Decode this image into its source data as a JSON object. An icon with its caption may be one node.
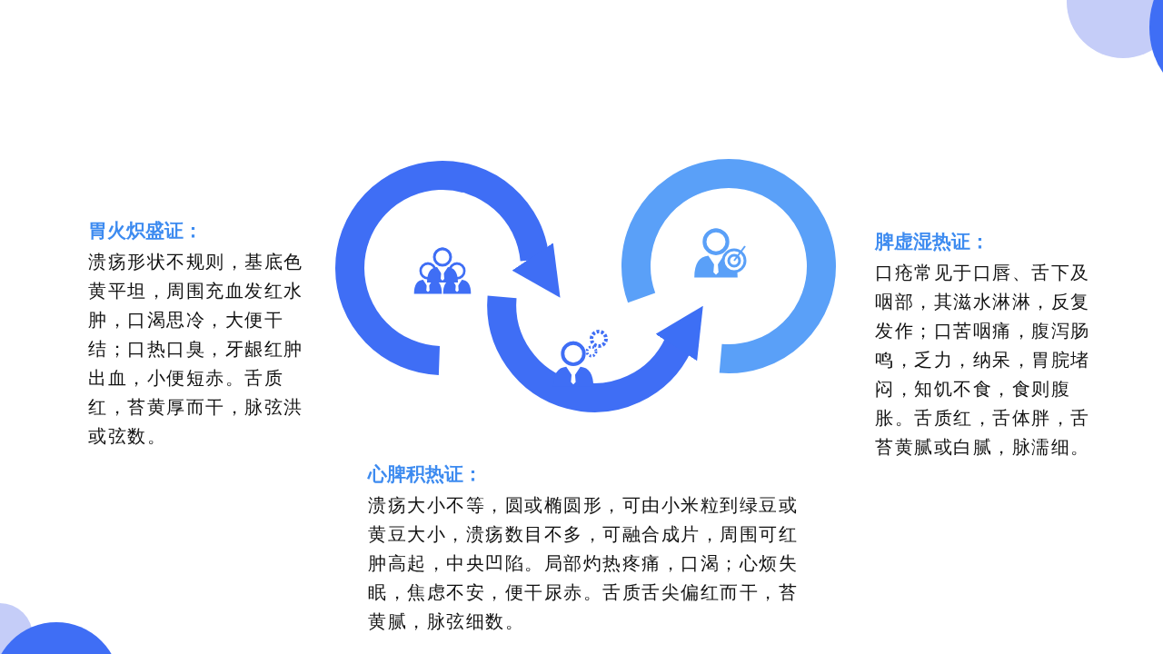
{
  "diagram": {
    "nodes": [
      {
        "text": [],
        "shape": "circle"
      },
      {
        "text": [],
        "shape": "circle"
      },
      {
        "text": [],
        "shape": "circle"
      },
      {
        "text": [
          "胃火炽盛证：",
          "溃疡形状不规则，基底色黄平坦，周围充血发红水肿，口渴思冷，大便干结；口热口臭，牙龈红肿出血，小便短赤。舌质红，苔黄厚而干，脉弦洪或弦数。"
        ]
      },
      {
        "text": [
          "心脾积热证：",
          "溃疡大小不等，圆或椭圆形，可由小米粒到绿豆或黄豆大小，溃疡数目不多，可融合成片，周围可红肿高起，中央凹陷。局部灼热疼痛，口渴；心烦失眠，焦虑不安，便干尿赤。舌质舌尖偏红而干，苔黄腻，脉弦细数。"
        ]
      },
      {
        "text": [
          "脾虚湿热证：",
          "口疮常见于口唇、舌下及咽部，其滋水淋淋，反复发作；口苦咽痛，腹泻肠鸣，乏力，纳呆，胃脘堵闷，知饥不食，食则腹胀。舌质红，舌体胖，舌苔黄腻或白腻，脉濡细。"
        ]
      }
    ],
    "edges": [
      {
        "from": 0,
        "to": 1,
        "arrow": "to"
      },
      {
        "from": 1,
        "to": 2,
        "arrow": "to",
        "color": "#3d6ff5"
      }
    ]
  }
}
